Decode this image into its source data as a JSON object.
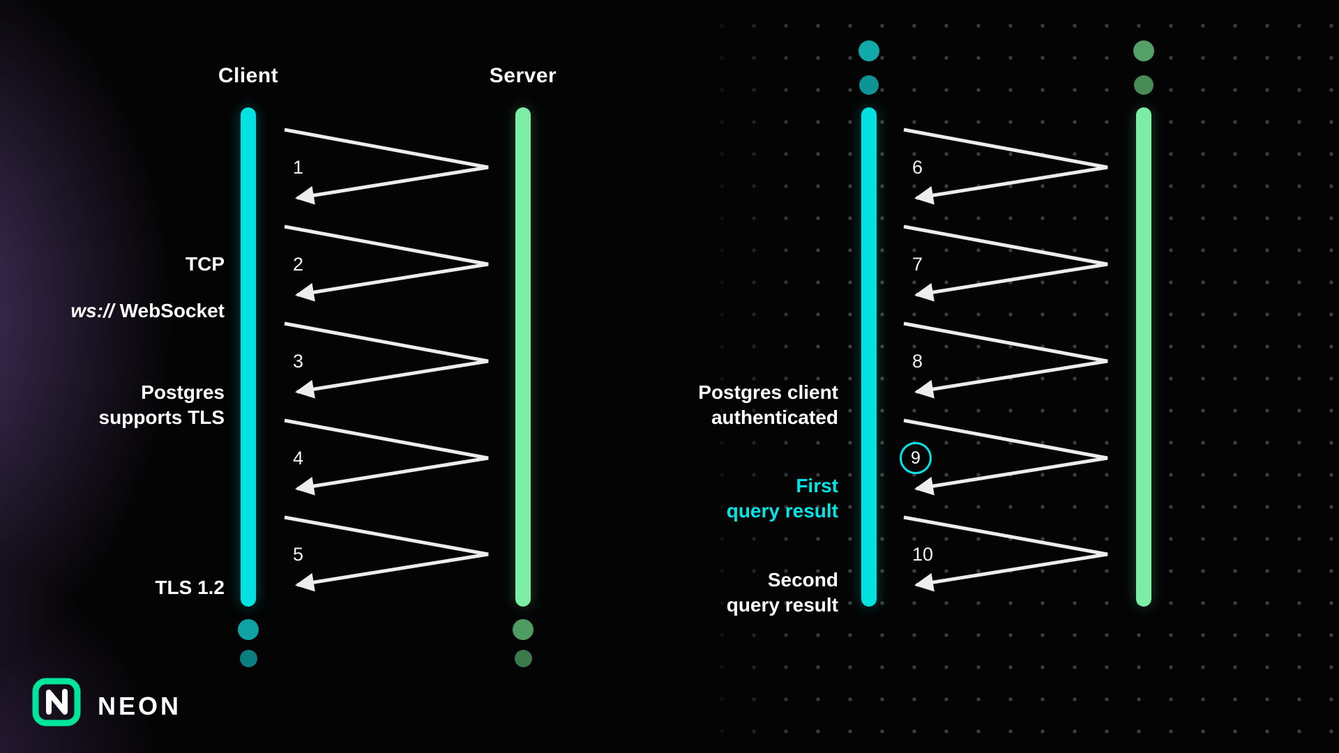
{
  "brand": {
    "logo_text": "NEON"
  },
  "colors": {
    "background": "#040404",
    "client_lifeline": "#00E2E2",
    "server_lifeline": "#7CEDA5",
    "arrow": "#EDEDED",
    "text": "#FFFFFF",
    "accent_cyan": "#00E5E5",
    "logo_green": "#00E599",
    "glow_purple": "#8961BD"
  },
  "left_diagram": {
    "client_label": "Client",
    "server_label": "Server",
    "steps": [
      "1",
      "2",
      "3",
      "4",
      "5"
    ],
    "labels": {
      "tcp": "TCP",
      "ws_prefix": "ws://",
      "ws_name": "WebSocket",
      "postgres_line1": "Postgres",
      "postgres_line2": "supports TLS",
      "tls": "TLS 1.2"
    }
  },
  "right_diagram": {
    "steps": [
      "6",
      "7",
      "8",
      "9",
      "10"
    ],
    "circled_step": "9",
    "labels": {
      "auth_line1": "Postgres client",
      "auth_line2": "authenticated",
      "first_line1": "First",
      "first_line2": "query result",
      "second_line1": "Second",
      "second_line2": "query result"
    }
  }
}
